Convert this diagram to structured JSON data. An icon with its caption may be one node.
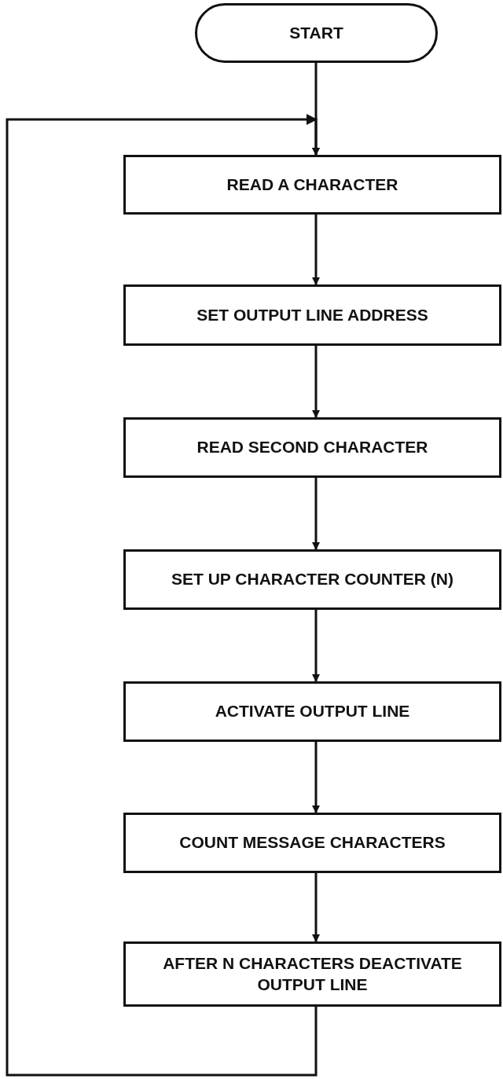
{
  "diagram": {
    "nodes": [
      {
        "text": [
          "START"
        ]
      },
      {
        "text": [
          "READ A CHARACTER"
        ]
      },
      {
        "text": [
          "SET OUTPUT LINE ADDRESS"
        ]
      },
      {
        "text": [
          "READ SECOND CHARACTER"
        ]
      },
      {
        "text": [
          "SET UP CHARACTER COUNTER (N)"
        ]
      },
      {
        "text": [
          "ACTIVATE OUTPUT LINE"
        ]
      },
      {
        "text": [
          "COUNT MESSAGE CHARACTERS"
        ]
      },
      {
        "text": [
          "AFTER N CHARACTERS DEACTIVATE OUTPUT LINE"
        ]
      }
    ],
    "edges": [
      {
        "from": 0,
        "to": 1,
        "arrow": "to"
      },
      {
        "from": 1,
        "to": 2,
        "arrow": "to"
      },
      {
        "from": 2,
        "to": 3,
        "arrow": "to"
      },
      {
        "from": 3,
        "to": 4,
        "arrow": "to"
      },
      {
        "from": 4,
        "to": 5,
        "arrow": "to"
      },
      {
        "from": 5,
        "to": 6,
        "arrow": "to"
      },
      {
        "from": 6,
        "to": 7,
        "arrow": "to"
      },
      {
        "from": 7,
        "to": 1,
        "arrow": "to"
      }
    ]
  }
}
